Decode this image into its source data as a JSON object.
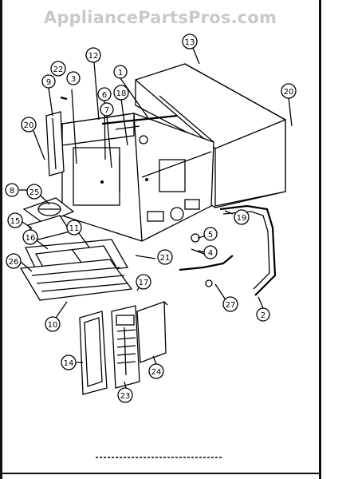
{
  "watermark": "AppliancePartsPros.com",
  "callouts": [
    "1",
    "2",
    "4",
    "5",
    "6",
    "7",
    "8",
    "9",
    "10",
    "11",
    "12",
    "13",
    "14",
    "15",
    "16",
    "17",
    "18",
    "19",
    "20",
    "20",
    "21",
    "22",
    "23",
    "24",
    "25",
    "26",
    "27",
    "3"
  ],
  "colors": {
    "line": "#000000",
    "background": "#ffffff",
    "watermark": "#c9c9c9"
  }
}
